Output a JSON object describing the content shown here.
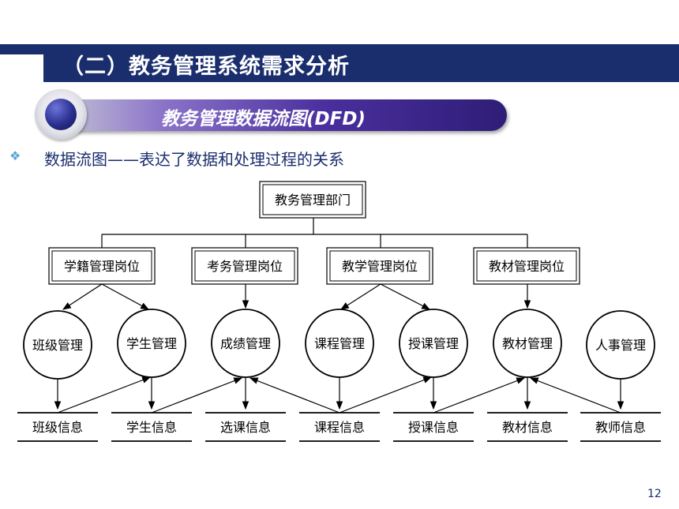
{
  "header": {
    "title": "（二）教务管理系统需求分析"
  },
  "banner": {
    "text": "教务管理数据流图(DFD)"
  },
  "bullet": {
    "icon": "diamond-cluster-icon",
    "text": "数据流图——表达了数据和处理过程的关系"
  },
  "diagram": {
    "root": "教务管理部门",
    "positions": [
      "学籍管理岗位",
      "考务管理岗位",
      "教学管理岗位",
      "教材管理岗位"
    ],
    "processes": [
      "班级管理",
      "学生管理",
      "成绩管理",
      "课程管理",
      "授课管理",
      "教材管理",
      "人事管理"
    ],
    "stores": [
      "班级信息",
      "学生信息",
      "选课信息",
      "课程信息",
      "授课信息",
      "教材信息",
      "教师信息"
    ]
  },
  "footer": {
    "page_number": "12"
  },
  "colors": {
    "header_bg": "#1a2e6e",
    "text_blue": "#1a2e6e",
    "bullet": "#5ba4d6"
  }
}
